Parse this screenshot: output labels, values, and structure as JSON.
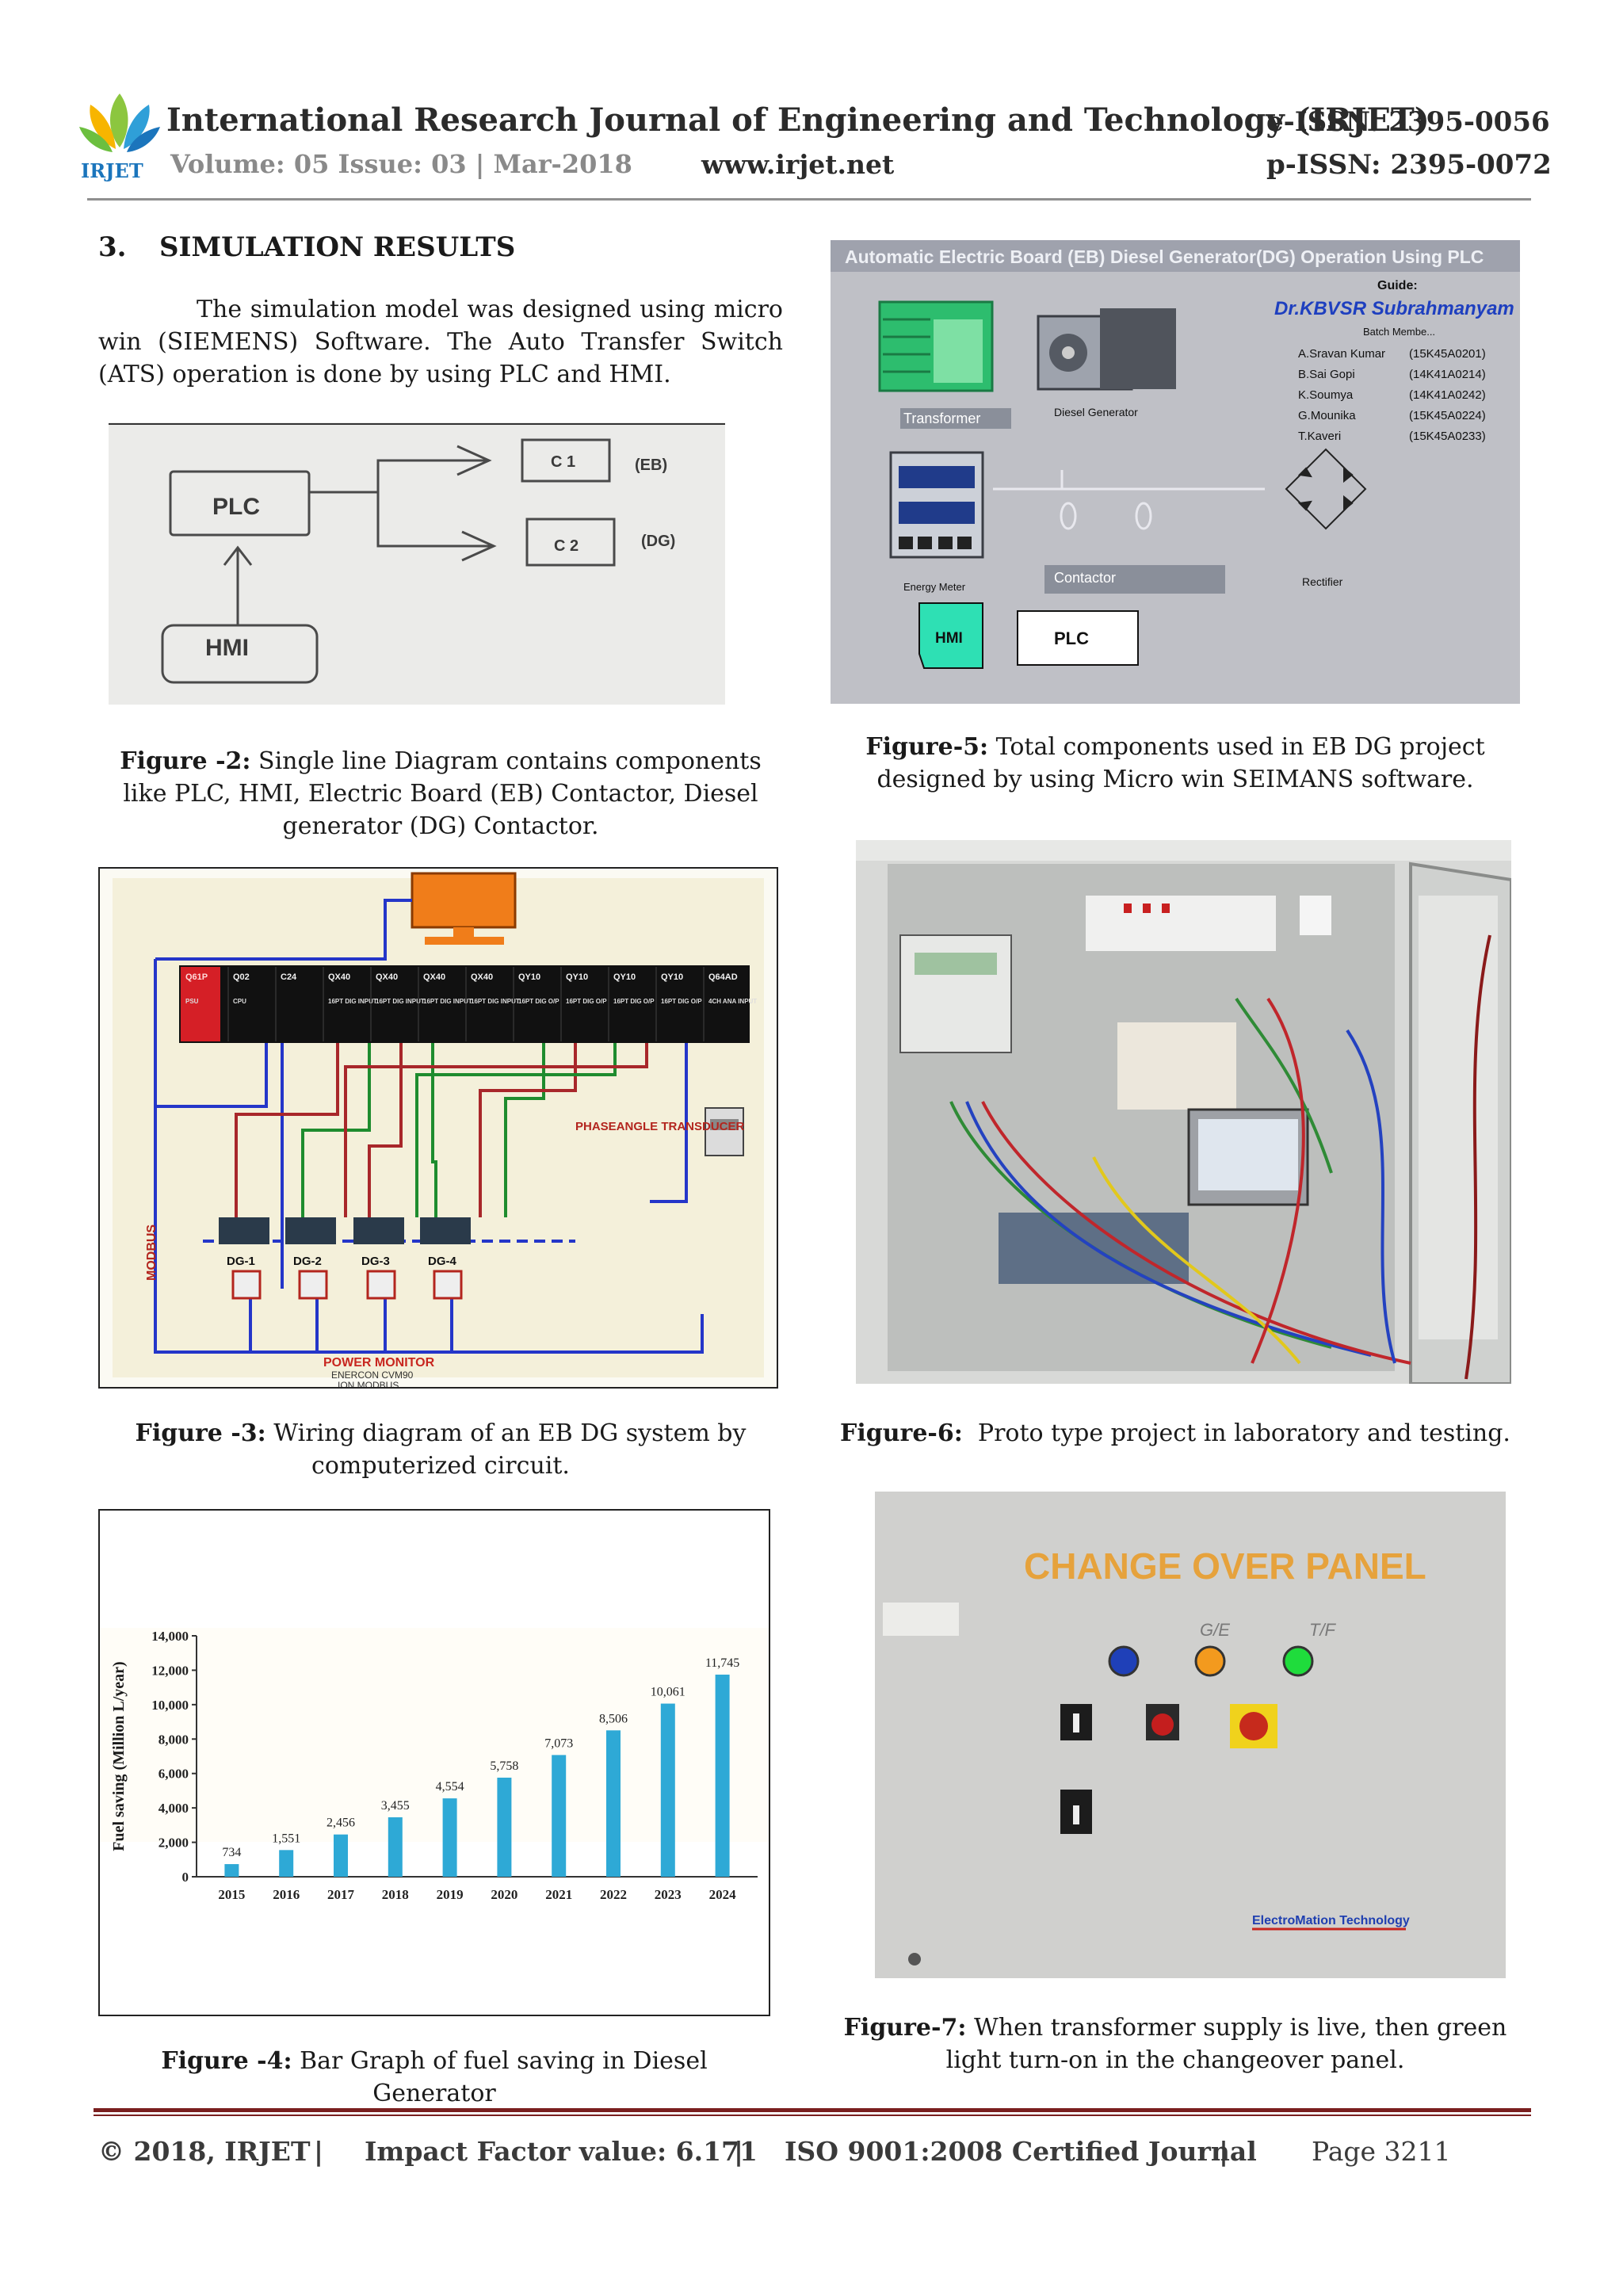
{
  "header": {
    "logo_text": "IRJET",
    "journal_title": "International Research Journal of Engineering and Technology (IRJET)",
    "eissn": "e-ISSN: 2395-0056",
    "volume": "Volume: 05 Issue: 03 | Mar-2018",
    "website": "www.irjet.net",
    "pissn": "p-ISSN: 2395-0072"
  },
  "section": {
    "number": "3.",
    "title": "SIMULATION RESULTS"
  },
  "paragraph": "The simulation model was designed using micro win (SIEMENS) Software. The Auto Transfer Switch (ATS) operation is done by using PLC and HMI.",
  "fig2": {
    "labels": {
      "plc": "PLC",
      "hmi": "HMI",
      "c1": "C 1",
      "c2": "C 2",
      "eb": "(EB)",
      "dg": "(DG)"
    },
    "caption_label": "Figure -2:",
    "caption_text": "Single line Diagram contains components like PLC, HMI, Electric Board (EB) Contactor, Diesel generator (DG) Contactor."
  },
  "fig5": {
    "title": "Automatic Electric Board (EB) Diesel Generator(DG) Operation Using PLC",
    "guide_label": "Guide:",
    "guide_name": "Dr.KBVSR Subrahmanyam",
    "batch_label": "Batch Membe...",
    "members": [
      {
        "name": "A.Sravan Kumar",
        "id": "(15K45A0201)"
      },
      {
        "name": "B.Sai Gopi",
        "id": "(14K41A0214)"
      },
      {
        "name": "K.Soumya",
        "id": "(14K41A0242)"
      },
      {
        "name": "G.Mounika",
        "id": "(15K45A0224)"
      },
      {
        "name": "T.Kaveri",
        "id": "(15K45A0233)"
      }
    ],
    "labels": {
      "transformer": "Transformer",
      "diesel_generator": "Diesel Generator",
      "energy_meter": "Energy Meter",
      "contactor": "Contactor",
      "rectifier": "Rectifier",
      "hmi": "HMI",
      "plc": "PLC"
    },
    "caption_label": "Figure-5:",
    "caption_text": "Total components used in EB DG project designed by using Micro win SEIMANS software."
  },
  "fig3": {
    "modules": [
      "Q61P",
      "Q02",
      "C24",
      "QX40",
      "QX40",
      "QX40",
      "QX40",
      "QY10",
      "QY10",
      "QY10",
      "QY10",
      "Q64AD"
    ],
    "module_sub": [
      "PSU",
      "CPU",
      "",
      "16PT DIG INPUT",
      "16PT DIG INPUT",
      "16PT DIG INPUT",
      "16PT DIG INPUT",
      "16PT DIG O/P",
      "16PT DIG O/P",
      "16PT DIG O/P",
      "16PT DIG O/P",
      "4CH ANA INPUT"
    ],
    "generators": [
      "DG-1",
      "DG-2",
      "DG-3",
      "DG-4"
    ],
    "modbus": "MODBUS",
    "transducer": "PHASEANGLE TRANSDUCER",
    "power_monitor": "POWER MONITOR",
    "power_monitor_sub1": "ENERCON CVM90",
    "power_monitor_sub2": "ION MODBUS",
    "caption_label": "Figure -3:",
    "caption_text": "Wiring diagram of an EB DG system by computerized circuit."
  },
  "fig6": {
    "caption_label": "Figure-6:",
    "caption_text": "Proto type project in laboratory and testing."
  },
  "fig4": {
    "caption_label": "Figure -4:",
    "caption_text": "Bar Graph of fuel saving in Diesel Generator"
  },
  "chart_data": {
    "type": "bar",
    "categories": [
      "2015",
      "2016",
      "2017",
      "2018",
      "2019",
      "2020",
      "2021",
      "2022",
      "2023",
      "2024"
    ],
    "values": [
      734,
      1551,
      2456,
      3455,
      4554,
      5758,
      7073,
      8506,
      10061,
      11745
    ],
    "value_labels": [
      "734",
      "1,551",
      "2,456",
      "3,455",
      "4,554",
      "5,758",
      "7,073",
      "8,506",
      "10,061",
      "11,745"
    ],
    "ylabel": "Fuel saving (Million L/year)",
    "xlabel": "",
    "yticks": [
      "0",
      "2,000",
      "4,000",
      "6,000",
      "8,000",
      "10,000",
      "12,000",
      "14,000"
    ],
    "ylim": [
      0,
      14000
    ],
    "bar_color": "#2ea9d6"
  },
  "fig7": {
    "panel_title": "CHANGE OVER PANEL",
    "light_labels": [
      "G/E",
      "T/F"
    ],
    "brand": "ElectroMation Technology",
    "caption_label": "Figure-7:",
    "caption_text": "When transformer supply is live, then green light turn-on in the changeover panel."
  },
  "footer": {
    "copyright": "© 2018, IRJET",
    "impact": "Impact Factor value: 6.171",
    "iso": "ISO 9001:2008 Certified Journal",
    "page": "Page 3211",
    "sep": "|"
  }
}
